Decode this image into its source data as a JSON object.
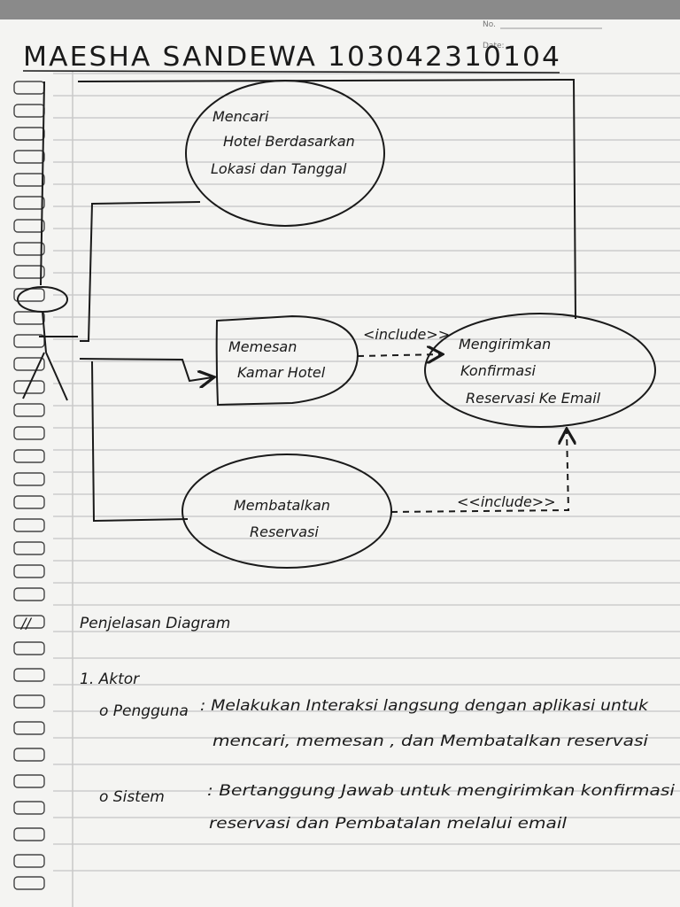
{
  "header": {
    "no_label": "No.",
    "date_label": "Date:",
    "title": "MAESHA SANDEWA 103042310104"
  },
  "diagram": {
    "use_cases": {
      "search": [
        "Mencari",
        "Hotel Berdasarkan",
        "Lokasi dan Tanggal"
      ],
      "book": [
        "Memesan",
        "Kamar Hotel"
      ],
      "confirm": [
        "Mengirimkan",
        "Konfirmasi",
        "Reservasi Ke Email"
      ],
      "cancel": [
        "Membatalkan",
        "Reservasi"
      ]
    },
    "include_label_1": "<include>>",
    "include_label_2": "<<include>>"
  },
  "notes": {
    "heading": "Penjelasan Diagram",
    "section_1": "1. Aktor",
    "item_1_label": "o Pengguna",
    "item_1_line_1": ": Melakukan Interaksi langsung dengan aplikasi untuk",
    "item_1_line_2": "mencari, memesan , dan Membatalkan reservasi",
    "item_2_label": "o Sistem",
    "item_2_line_1": ": Bertanggung Jawab untuk mengirimkan konfirmasi",
    "item_2_line_2": "reservasi dan Pembatalan melalui email",
    "margin_mark": "//"
  }
}
